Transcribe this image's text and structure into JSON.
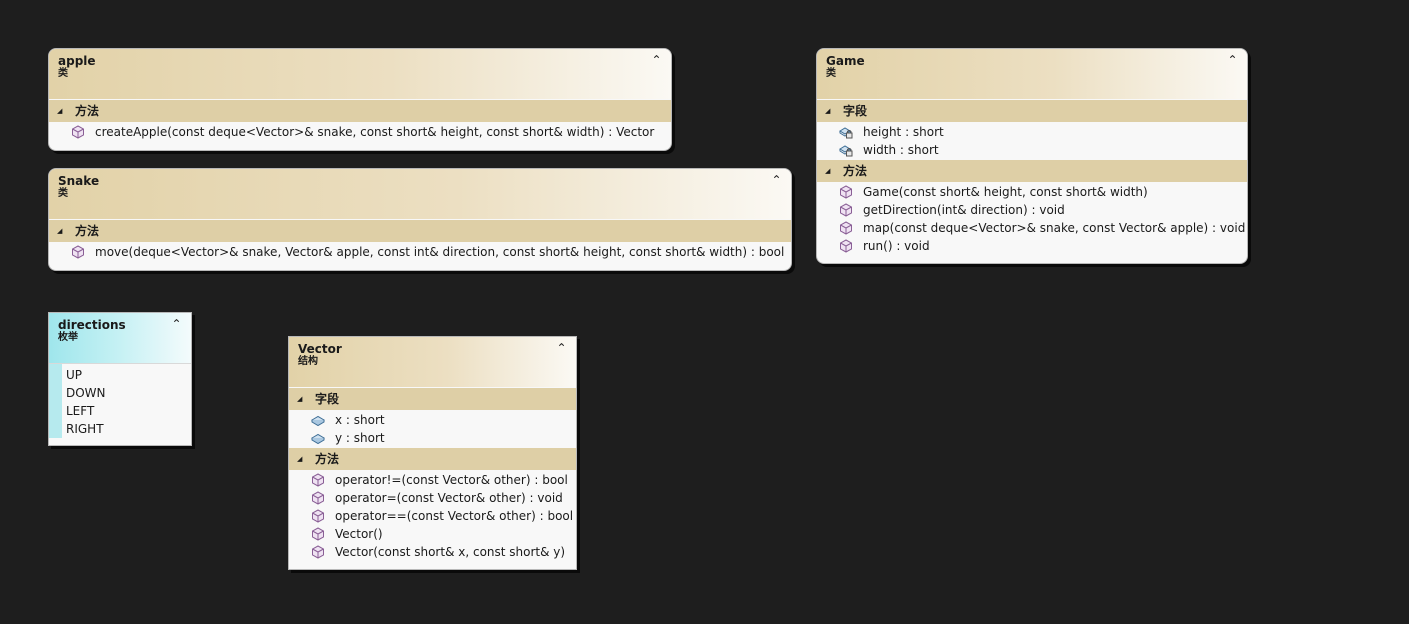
{
  "sections": {
    "methods": "方法",
    "fields": "字段"
  },
  "icons": {
    "method": "method-cube-icon",
    "private_field": "private-field-lock-icon",
    "field": "field-icon",
    "collapse": "double-chevron-up-icon",
    "section": "section-expander-icon"
  },
  "colors": {
    "class_header": "#e2d2a8",
    "enum_header": "#9fe6ec",
    "section": "#decfa6",
    "canvas": "#1e1e1e"
  },
  "apple": {
    "name": "apple",
    "kind": "类",
    "methods": [
      "createApple(const deque<Vector>& snake, const short& height, const short& width) : Vector"
    ]
  },
  "snake": {
    "name": "Snake",
    "kind": "类",
    "methods": [
      "move(deque<Vector>& snake, Vector& apple, const int& direction, const short& height, const short& width) : bool"
    ]
  },
  "game": {
    "name": "Game",
    "kind": "类",
    "fields": [
      "height : short",
      "width : short"
    ],
    "methods": [
      "Game(const short& height, const short& width)",
      "getDirection(int& direction) : void",
      "map(const deque<Vector>& snake, const Vector& apple) : void",
      "run() : void"
    ]
  },
  "directions": {
    "name": "directions",
    "kind": "枚举",
    "values": [
      "UP",
      "DOWN",
      "LEFT",
      "RIGHT"
    ]
  },
  "vector": {
    "name": "Vector",
    "kind": "结构",
    "fields": [
      "x : short",
      "y : short"
    ],
    "methods": [
      "operator!=(const Vector& other) : bool",
      "operator=(const Vector& other) : void",
      "operator==(const Vector& other) : bool",
      "Vector()",
      "Vector(const short& x, const short& y)"
    ]
  }
}
